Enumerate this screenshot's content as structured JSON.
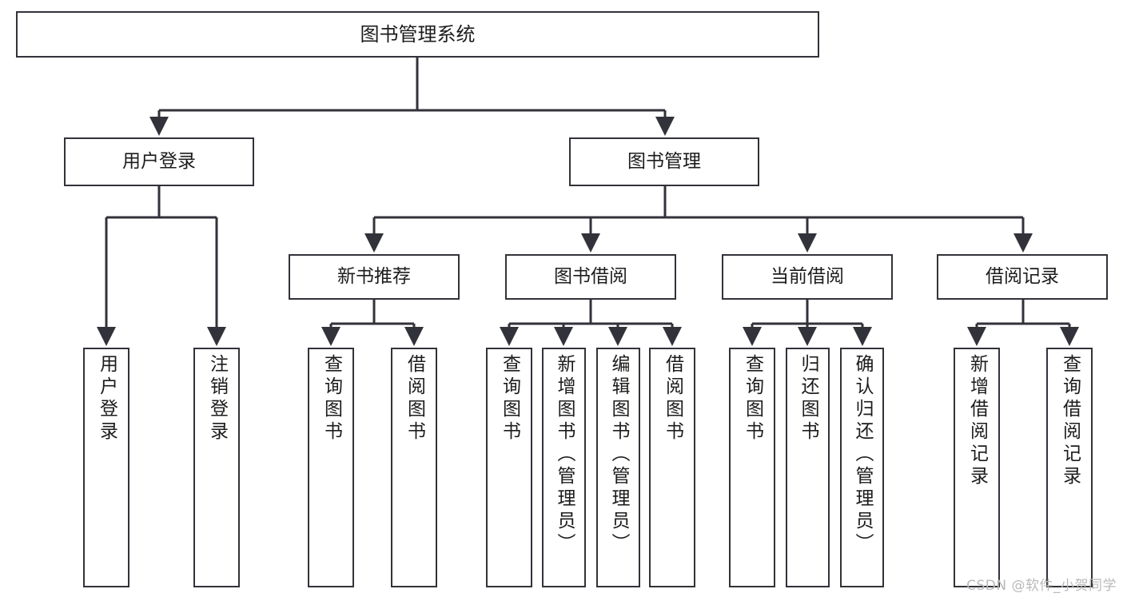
{
  "diagram": {
    "title": "图书管理系统",
    "type": "tree",
    "background_color": "#ffffff",
    "line_color": "#32323a",
    "text_color": "#1c1c1c",
    "root": {
      "id": "root",
      "label": "图书管理系统"
    },
    "level2": [
      {
        "id": "user-login",
        "label": "用户登录"
      },
      {
        "id": "book-manage",
        "label": "图书管理"
      }
    ],
    "level3": [
      {
        "id": "new-book-recommend",
        "label": "新书推荐"
      },
      {
        "id": "book-borrow",
        "label": "图书借阅"
      },
      {
        "id": "current-borrow",
        "label": "当前借阅"
      },
      {
        "id": "borrow-record",
        "label": "借阅记录"
      }
    ],
    "leaves": {
      "user_login": [
        {
          "id": "leaf-user-login",
          "label": "用户登录"
        },
        {
          "id": "leaf-user-logout",
          "label": "注销登录"
        }
      ],
      "new_book_recommend": [
        {
          "id": "leaf-query-book-1",
          "label": "查询图书"
        },
        {
          "id": "leaf-borrow-book-1",
          "label": "借阅图书"
        }
      ],
      "book_borrow": [
        {
          "id": "leaf-query-book-2",
          "label": "查询图书"
        },
        {
          "id": "leaf-add-book",
          "label": "新增图书（管理员）"
        },
        {
          "id": "leaf-edit-book",
          "label": "编辑图书（管理员）"
        },
        {
          "id": "leaf-borrow-book-2",
          "label": "借阅图书"
        }
      ],
      "current_borrow": [
        {
          "id": "leaf-query-book-3",
          "label": "查询图书"
        },
        {
          "id": "leaf-return-book",
          "label": "归还图书"
        },
        {
          "id": "leaf-confirm-return",
          "label": "确认归还（管理员）"
        }
      ],
      "borrow_record": [
        {
          "id": "leaf-add-record",
          "label": "新增借阅记录"
        },
        {
          "id": "leaf-query-record",
          "label": "查询借阅记录"
        }
      ]
    }
  },
  "watermark": {
    "text": "CSDN @软件_小贺同学"
  }
}
